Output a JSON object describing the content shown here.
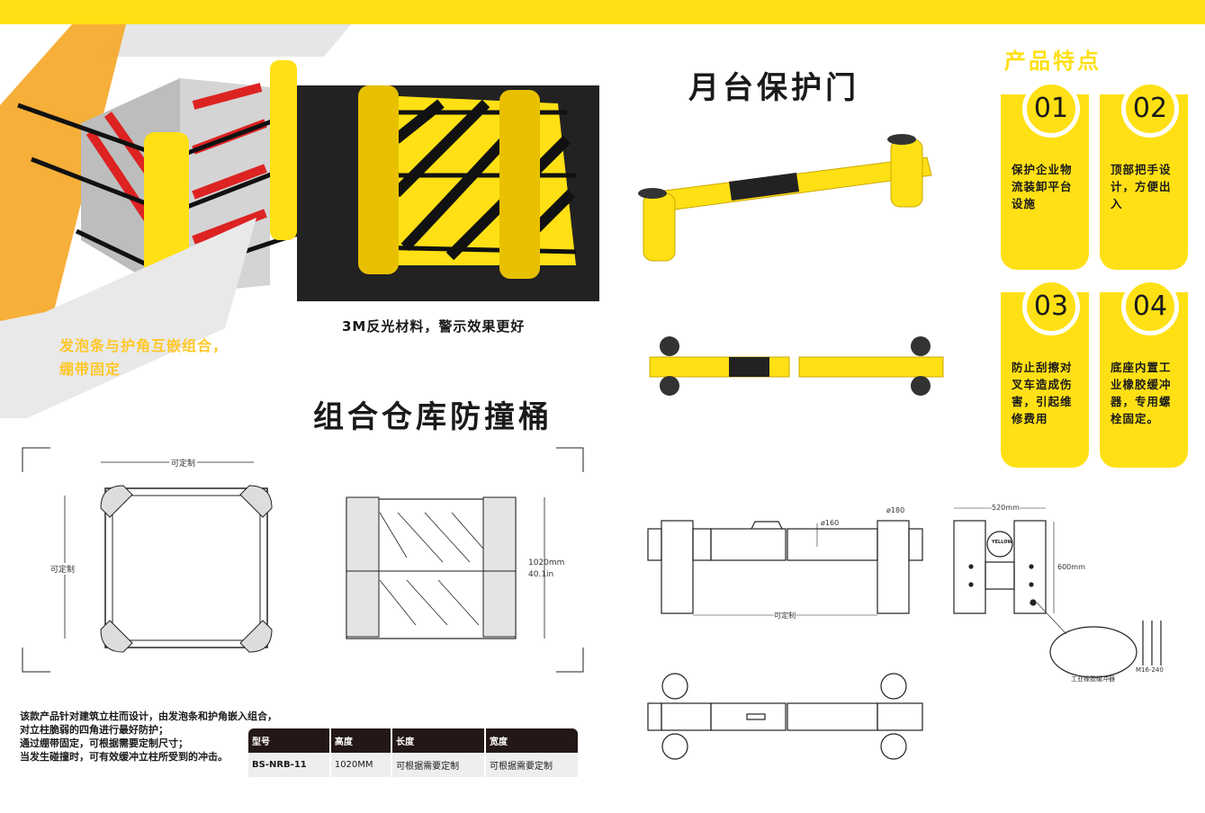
{
  "header": {
    "accent_color": "#FFE014"
  },
  "left_panel": {
    "photo_callout": "发泡条与护角互嵌组合，绷带固定",
    "photo_callout_line1": "发泡条与护角互嵌组合，",
    "photo_callout_line2": "绷带固定",
    "reflective_caption": "3M反光材料，警示效果更好",
    "section_title": "组合仓库防撞桶",
    "drawing_labels": {
      "width": "可定制",
      "depth": "可定制",
      "height_mm": "1020mm",
      "height_in": "40.1in"
    },
    "description": [
      "该款产品针对建筑立柱而设计，由发泡条和护角嵌入组合，",
      "对立柱脆弱的四角进行最好防护；",
      "通过绷带固定，可根据需要定制尺寸；",
      "当发生碰撞时，可有效缓冲立柱所受到的冲击。"
    ],
    "spec_table": {
      "headers": [
        "型号",
        "高度",
        "长度",
        "宽度"
      ],
      "row": [
        "BS-NRB-11",
        "1020MM",
        "可根据需要定制",
        "可根据需要定制"
      ]
    }
  },
  "right_panel": {
    "section_title": "月台保护门",
    "features_title": "产品特点",
    "features": [
      {
        "num": "01",
        "text": "保护企业物流装卸平台设施"
      },
      {
        "num": "02",
        "text": "顶部把手设计，方便出入"
      },
      {
        "num": "03",
        "text": "防止刮擦对叉车造成伤害，引起维修费用"
      },
      {
        "num": "04",
        "text": "底座内置工业橡胶缓冲器，专用螺栓固定。"
      }
    ],
    "drawing_labels": {
      "dia_pipe": "ø160",
      "dia_post": "ø180",
      "length": "可定制",
      "width": "520mm",
      "height": "600mm",
      "bolt": "M16-240",
      "buffer": "工业橡胶缓冲器",
      "logo": "YELLOW"
    }
  }
}
